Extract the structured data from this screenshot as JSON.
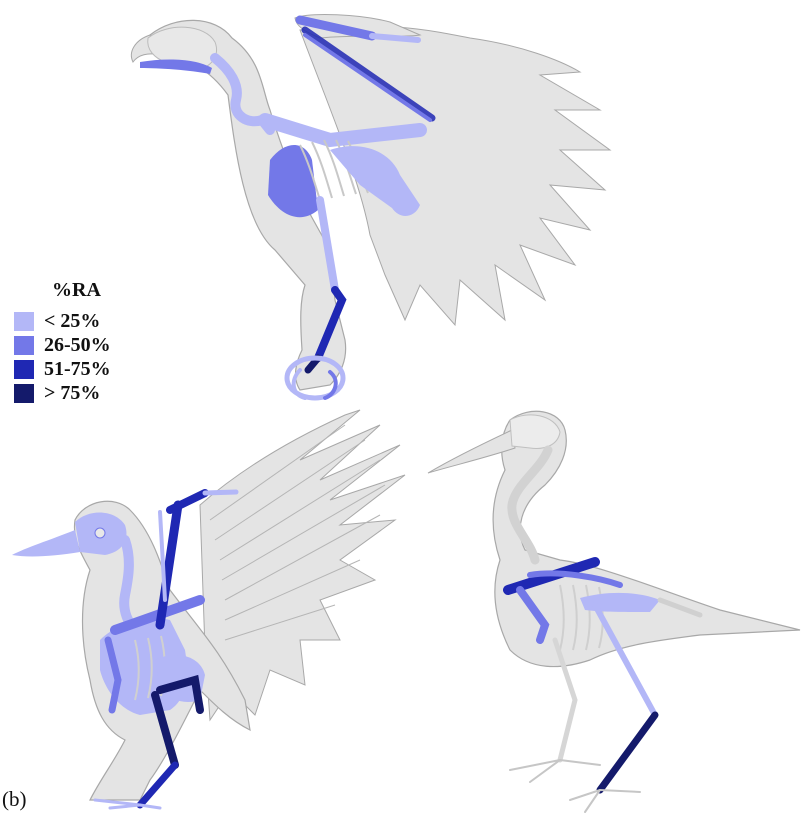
{
  "legend": {
    "title": "%RA",
    "items": [
      {
        "label": "< 25%",
        "color": "#b3b7f7"
      },
      {
        "label": "26-50%",
        "color": "#7378e8"
      },
      {
        "label": "51-75%",
        "color": "#1f28b3"
      },
      {
        "label": "> 75%",
        "color": "#141a6b"
      }
    ]
  },
  "panel_label": "(b)",
  "colors": {
    "silhouette": "#e4e4e4",
    "silhouette_edge": "#a8a8a8",
    "bone_outline": "#c8c8c8"
  },
  "figures": [
    {
      "name": "raptor-skeleton"
    },
    {
      "name": "crow-skeleton"
    },
    {
      "name": "ibis-skeleton"
    }
  ]
}
